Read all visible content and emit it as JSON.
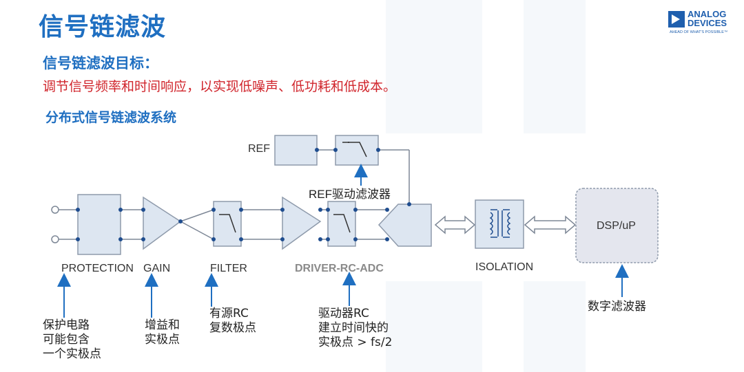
{
  "title": "信号链滤波",
  "logo": {
    "line1": "ANALOG",
    "line2": "DEVICES",
    "tagline": "AHEAD OF WHAT'S POSSIBLE™"
  },
  "goal": {
    "heading": "信号链滤波目标：",
    "text": "调节信号频率和时间响应，以实现低噪声、低功耗和低成本。"
  },
  "system_heading": "分布式信号链滤波系统",
  "blocks": {
    "ref": "REF",
    "ref_driver_filter": "REF驱动滤波器",
    "dsp": "DSP/uP"
  },
  "stages": {
    "protection": "PROTECTION",
    "gain": "GAIN",
    "filter": "FILTER",
    "driver_rc_adc": "DRIVER-RC-ADC",
    "isolation": "ISOLATION"
  },
  "notes": {
    "protection": [
      "保护电路",
      "可能包含",
      "一个实极点"
    ],
    "gain": [
      "增益和",
      "实极点"
    ],
    "filter": [
      "有源RC",
      "复数极点"
    ],
    "driver": [
      "驱动器RC",
      "建立时间快的",
      "实极点 > fs/2"
    ],
    "dsp": [
      "数字滤波器"
    ]
  },
  "colors": {
    "accent_blue": "#1f6fc1",
    "goal_red": "#d0242b",
    "block_fill": "#dde6f1",
    "block_stroke": "#8e9aab",
    "wire": "#7d8796",
    "node": "#1f4d8f",
    "arrow": "#1f6fc1"
  }
}
